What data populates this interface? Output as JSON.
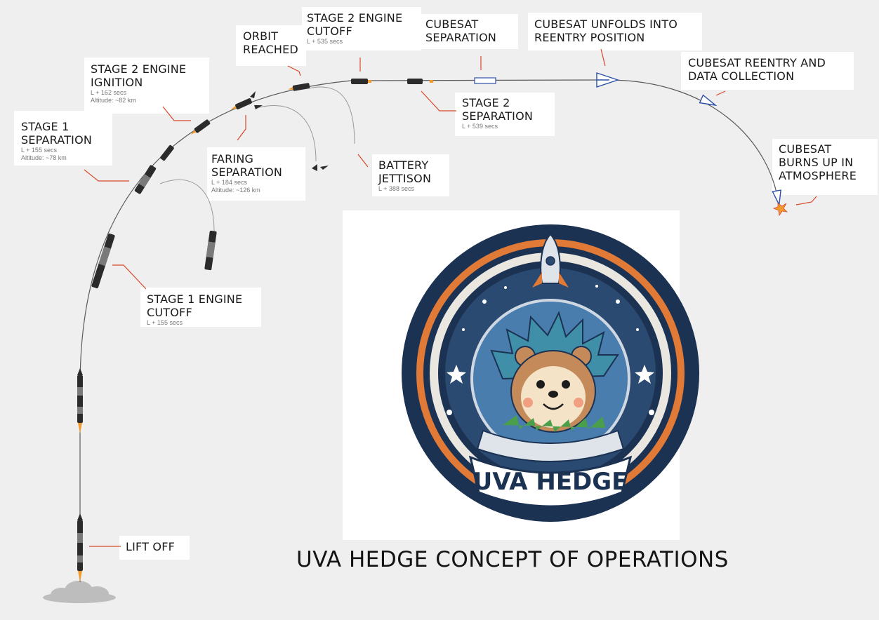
{
  "title": "UVA HEDGE CONCEPT OF OPERATIONS",
  "colors": {
    "leader_line": "#d9472b",
    "trajectory": "#5a5a5a",
    "rocket_body": "#2b2b2b",
    "flame": "#f29a2e",
    "patch_navy": "#1c3252",
    "patch_orange": "#e07a36",
    "cubesat_blue": "#2b4fa8"
  },
  "events": [
    {
      "id": "lift-off",
      "title_lines": [
        "LIFT OFF"
      ],
      "details": []
    },
    {
      "id": "stage1-engine-cutoff",
      "title_lines": [
        "STAGE 1 ENGINE",
        "CUTOFF"
      ],
      "details": [
        "L + 155 secs"
      ]
    },
    {
      "id": "stage1-separation",
      "title_lines": [
        "STAGE 1",
        "SEPARATION"
      ],
      "details": [
        "L + 155 secs",
        "Altitude: ~78 km"
      ]
    },
    {
      "id": "stage2-engine-ignition",
      "title_lines": [
        "STAGE 2 ENGINE",
        "IGNITION"
      ],
      "details": [
        "L + 162 secs",
        "Altitude: ~82 km"
      ]
    },
    {
      "id": "faring-separation",
      "title_lines": [
        "FARING",
        "SEPARATION"
      ],
      "details": [
        "L + 184 secs",
        "Altitude: ~126 km"
      ]
    },
    {
      "id": "orbit-reached",
      "title_lines": [
        "ORBIT",
        "REACHED"
      ],
      "details": []
    },
    {
      "id": "stage2-engine-cutoff",
      "title_lines": [
        "STAGE 2 ENGINE",
        "CUTOFF"
      ],
      "details": [
        "L + 535 secs"
      ]
    },
    {
      "id": "battery-jettison",
      "title_lines": [
        "BATTERY",
        "JETTISON"
      ],
      "details": [
        "L + 388 secs"
      ]
    },
    {
      "id": "cubesat-separation",
      "title_lines": [
        "CUBESAT",
        "SEPARATION"
      ],
      "details": []
    },
    {
      "id": "stage2-separation",
      "title_lines": [
        "STAGE 2",
        "SEPARATION"
      ],
      "details": [
        "L + 539 secs"
      ]
    },
    {
      "id": "cubesat-unfolds",
      "title_lines": [
        "CUBESAT UNFOLDS INTO",
        "REENTRY POSITION"
      ],
      "details": []
    },
    {
      "id": "cubesat-reentry",
      "title_lines": [
        "CUBESAT REENTRY AND",
        "DATA COLLECTION"
      ],
      "details": []
    },
    {
      "id": "cubesat-burns-up",
      "title_lines": [
        "CUBESAT",
        "BURNS UP IN",
        "ATMOSPHERE"
      ],
      "details": []
    }
  ],
  "patch": {
    "name_lettering": "UVA HEDGE"
  }
}
